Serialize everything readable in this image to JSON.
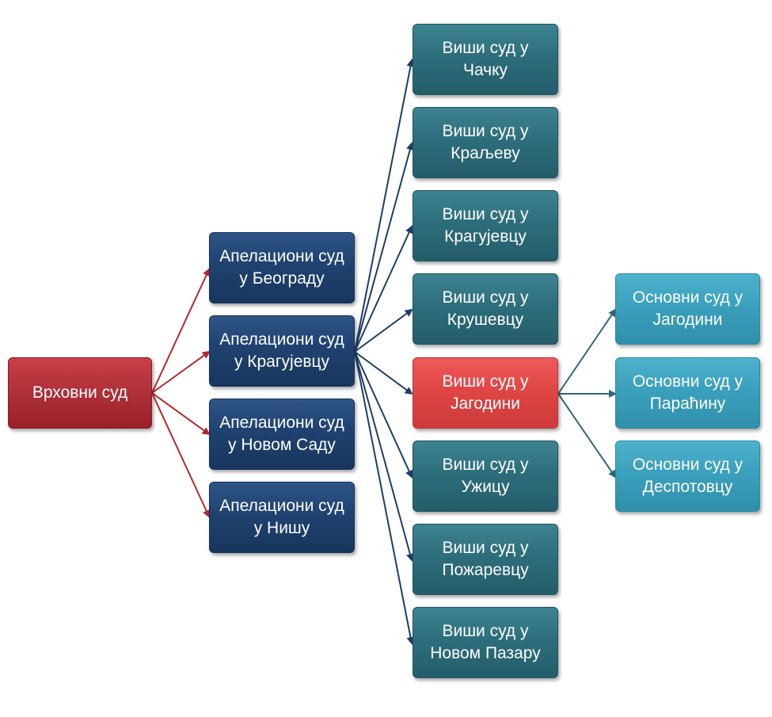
{
  "supreme": {
    "line1": "Врховни суд"
  },
  "appellate": [
    {
      "line1": "Апелациони суд",
      "line2": "у Београду"
    },
    {
      "line1": "Апелациони суд",
      "line2": "у Крагујевцу"
    },
    {
      "line1": "Апелациони суд",
      "line2": "у Новом Саду"
    },
    {
      "line1": "Апелациони суд",
      "line2": "у Нишу"
    }
  ],
  "higher": [
    {
      "line1": "Виши суд у",
      "line2": "Чачку"
    },
    {
      "line1": "Виши суд у",
      "line2": "Краљеву"
    },
    {
      "line1": "Виши суд у",
      "line2": "Крагујевцу"
    },
    {
      "line1": "Виши суд у",
      "line2": "Крушевцу"
    },
    {
      "line1": "Виши суд у",
      "line2": "Јагодини"
    },
    {
      "line1": "Виши суд у",
      "line2": "Ужицу"
    },
    {
      "line1": "Виши суд у",
      "line2": "Пожаревцу"
    },
    {
      "line1": "Виши суд у",
      "line2": "Новом Пазару"
    }
  ],
  "basic": [
    {
      "line1": "Основни суд у",
      "line2": "Јагодини"
    },
    {
      "line1": "Основни суд у",
      "line2": "Параћину"
    },
    {
      "line1": "Основни суд у",
      "line2": "Деспотовцу"
    }
  ],
  "colors": {
    "supreme": "#b1313a",
    "appellate": "#1f4270",
    "higher": "#2d6e7c",
    "higher_highlight": "#e04646",
    "basic": "#3aa0bd",
    "connector_red": "#b3282d",
    "connector_navy": "#1f3d66",
    "connector_teal": "#2f6674"
  }
}
